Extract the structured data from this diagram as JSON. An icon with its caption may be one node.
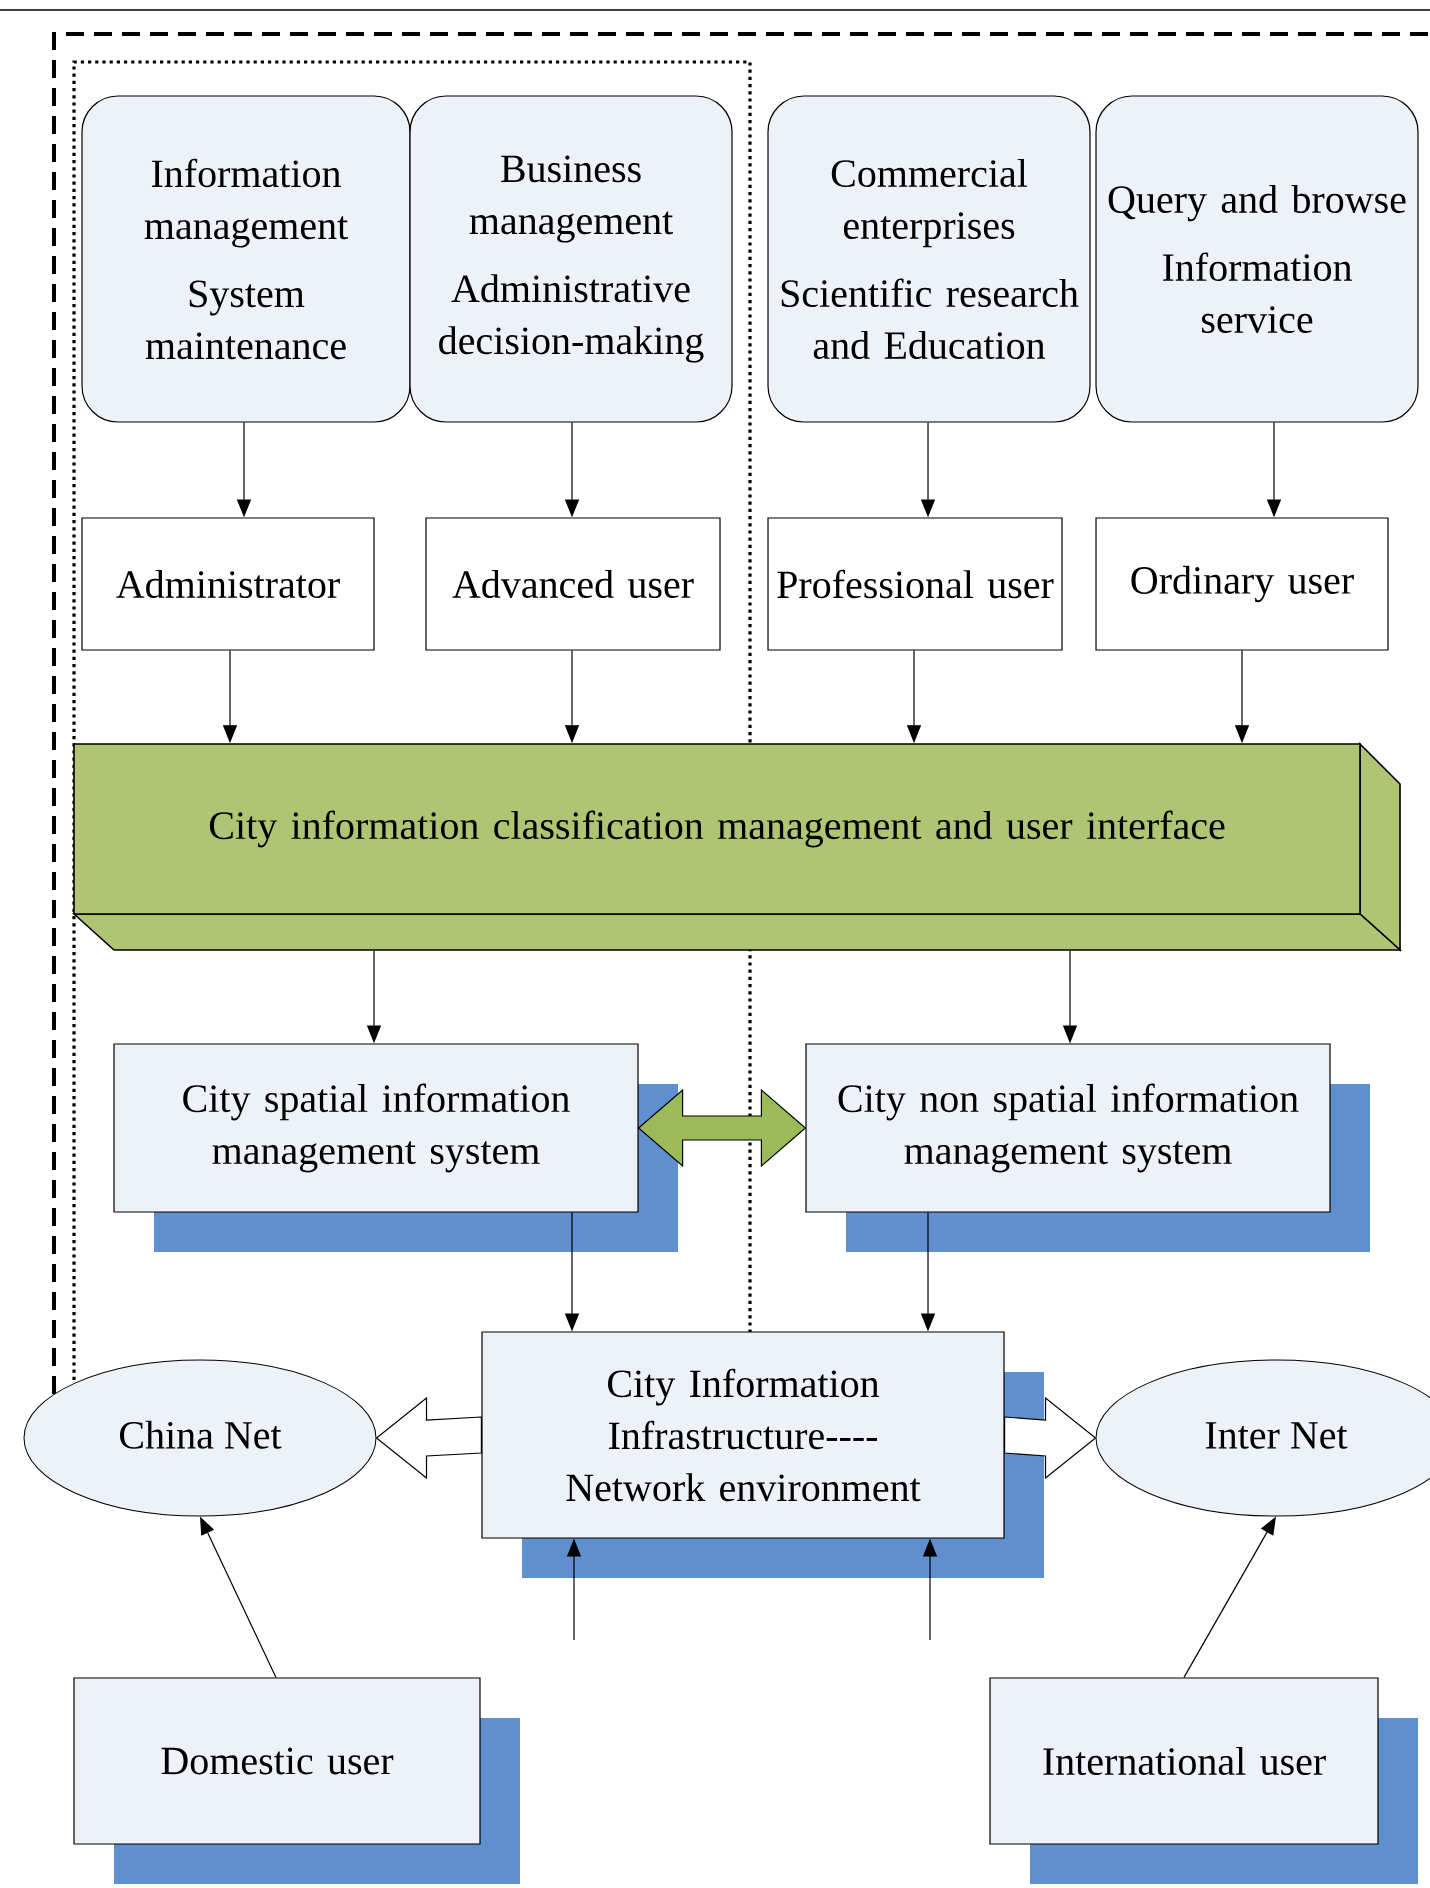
{
  "diagram": {
    "nodes": [
      {
        "text": [
          "Information management",
          "System maintenance"
        ]
      },
      {
        "text": [
          "Business management",
          "Administrative decision-making"
        ]
      },
      {
        "text": [
          "Commercial enterprises",
          "Scientific research and Education"
        ]
      },
      {
        "text": [
          "Query and browse",
          "Information service"
        ]
      },
      {
        "text": [
          "Administrator"
        ]
      },
      {
        "text": [
          "Advanced user"
        ]
      },
      {
        "text": [
          "Professional user"
        ]
      },
      {
        "text": [
          "Ordinary user"
        ]
      },
      {
        "text": [
          "City information classification management and user interface"
        ]
      },
      {
        "text": [
          "City spatial information management system"
        ]
      },
      {
        "text": [
          "City non spatial information management system"
        ]
      },
      {
        "text": [
          "City Information Infrastructure---- Network environment"
        ]
      },
      {
        "text": [
          "China Net"
        ]
      },
      {
        "text": [
          "Inter Net"
        ]
      },
      {
        "text": [
          "Domestic user"
        ]
      },
      {
        "text": [
          "International user"
        ]
      }
    ],
    "edges": [
      {
        "from": 0,
        "to": 4,
        "arrow": "to"
      },
      {
        "from": 1,
        "to": 5,
        "arrow": "to"
      },
      {
        "from": 2,
        "to": 6,
        "arrow": "to"
      },
      {
        "from": 3,
        "to": 7,
        "arrow": "to"
      },
      {
        "from": 4,
        "to": 8,
        "arrow": "to"
      },
      {
        "from": 5,
        "to": 8,
        "arrow": "to"
      },
      {
        "from": 6,
        "to": 8,
        "arrow": "to"
      },
      {
        "from": 7,
        "to": 8,
        "arrow": "to"
      },
      {
        "from": 8,
        "to": 9,
        "arrow": "to"
      },
      {
        "from": 8,
        "to": 10,
        "arrow": "to"
      },
      {
        "from": 9,
        "to": 10,
        "arrow": "both",
        "style": "thick",
        "color": "#9bbb59"
      },
      {
        "from": 9,
        "to": 11,
        "arrow": "to"
      },
      {
        "from": 10,
        "to": 11,
        "arrow": "to"
      },
      {
        "from": 11,
        "to": 12,
        "arrow": "to",
        "style": "thick"
      },
      {
        "from": 11,
        "to": 13,
        "arrow": "to",
        "style": "thick"
      },
      {
        "from": null,
        "to": 11,
        "arrow": "to"
      },
      {
        "from": null,
        "to": 11,
        "arrow": "to"
      },
      {
        "from": 14,
        "to": 12,
        "arrow": "to"
      },
      {
        "from": 15,
        "to": 13,
        "arrow": "to"
      }
    ]
  }
}
